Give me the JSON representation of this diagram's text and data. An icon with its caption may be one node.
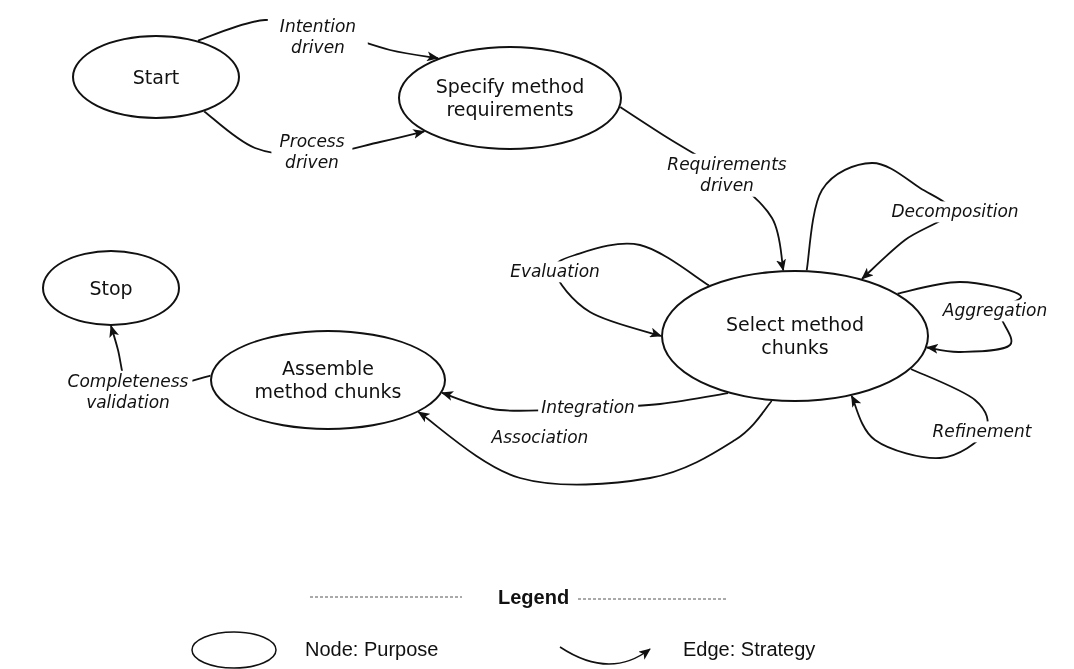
{
  "diagram": {
    "nodes": [
      {
        "text": [
          "Start"
        ]
      },
      {
        "text": [
          "Specify method requirements"
        ]
      },
      {
        "text": [
          "Stop"
        ]
      },
      {
        "text": [
          "Select method chunks"
        ]
      },
      {
        "text": [
          "Assemble method chunks"
        ]
      }
    ],
    "edges": [
      {
        "from": 0,
        "to": 1,
        "arrow": "to",
        "label": "Intention driven"
      },
      {
        "from": 0,
        "to": 1,
        "arrow": "to",
        "label": "Process driven"
      },
      {
        "from": 1,
        "to": 3,
        "arrow": "to",
        "label": "Requirements driven"
      },
      {
        "from": 3,
        "to": 3,
        "arrow": "to",
        "label": "Decomposition"
      },
      {
        "from": 3,
        "to": 3,
        "arrow": "to",
        "label": "Evaluation"
      },
      {
        "from": 3,
        "to": 3,
        "arrow": "to",
        "label": "Aggregation"
      },
      {
        "from": 3,
        "to": 3,
        "arrow": "to",
        "label": "Refinement"
      },
      {
        "from": 3,
        "to": 4,
        "arrow": "to",
        "label": "Integration"
      },
      {
        "from": 3,
        "to": 4,
        "arrow": "to",
        "label": "Association"
      },
      {
        "from": 4,
        "to": 2,
        "arrow": "to",
        "label": "Completeness validation"
      }
    ],
    "labels": [
      "Legend"
    ],
    "legend": [
      {
        "text": "Node: Purpose"
      },
      {
        "text": "Edge: Strategy"
      }
    ]
  }
}
